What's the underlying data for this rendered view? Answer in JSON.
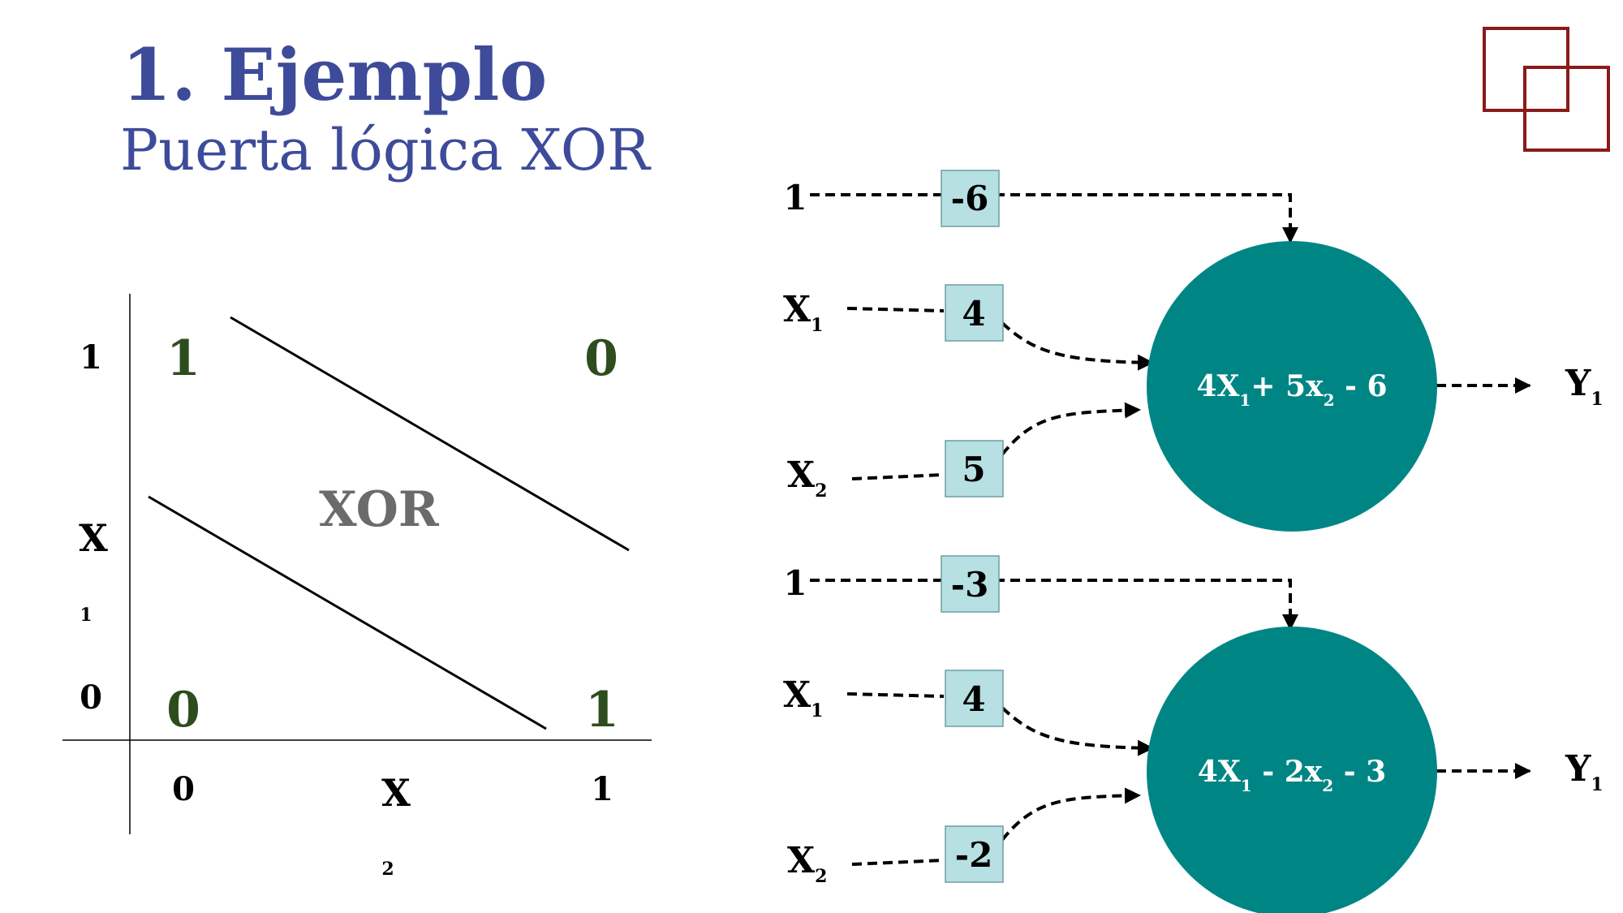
{
  "header": {
    "title": "1. Ejemplo",
    "subtitle": "Puerta lógica XOR"
  },
  "plot": {
    "y_axis_label": "X",
    "y_axis_sub": "1",
    "x_axis_label": "X",
    "x_axis_sub": "2",
    "y_ticks": [
      "1",
      "0"
    ],
    "x_ticks": [
      "0",
      "1"
    ],
    "cell_values": {
      "top_left": "1",
      "top_right": "0",
      "bottom_left": "0",
      "bottom_right": "1"
    },
    "center_label": "XOR"
  },
  "network": {
    "neuron1": {
      "bias_input": "1",
      "bias_weight": "-6",
      "x1_main": "X",
      "x1_sub": "1",
      "w1": "4",
      "x2_main": "X",
      "x2_sub": "2",
      "w2": "5",
      "formula": {
        "a": "4X",
        "a_sub": "1",
        "b": "+ 5x",
        "b_sub": "2",
        "c": " - 6"
      },
      "output_main": "Y",
      "output_sub": "1"
    },
    "neuron2": {
      "bias_input": "1",
      "bias_weight": "-3",
      "x1_main": "X",
      "x1_sub": "1",
      "w1": "4",
      "x2_main": "X",
      "x2_sub": "2",
      "w2": "-2",
      "formula": {
        "a": "4X",
        "a_sub": "1",
        "b": " - 2x",
        "b_sub": "2",
        "c": " - 3"
      },
      "output_main": "Y",
      "output_sub": "1"
    }
  },
  "colors": {
    "title": "#3d4b9a",
    "cell_value": "#2e4d1e",
    "xor_label": "#6b6b6b",
    "neuron": "#008585",
    "weight_box": "#b7e0e2",
    "logo": "#8b1a1a"
  }
}
